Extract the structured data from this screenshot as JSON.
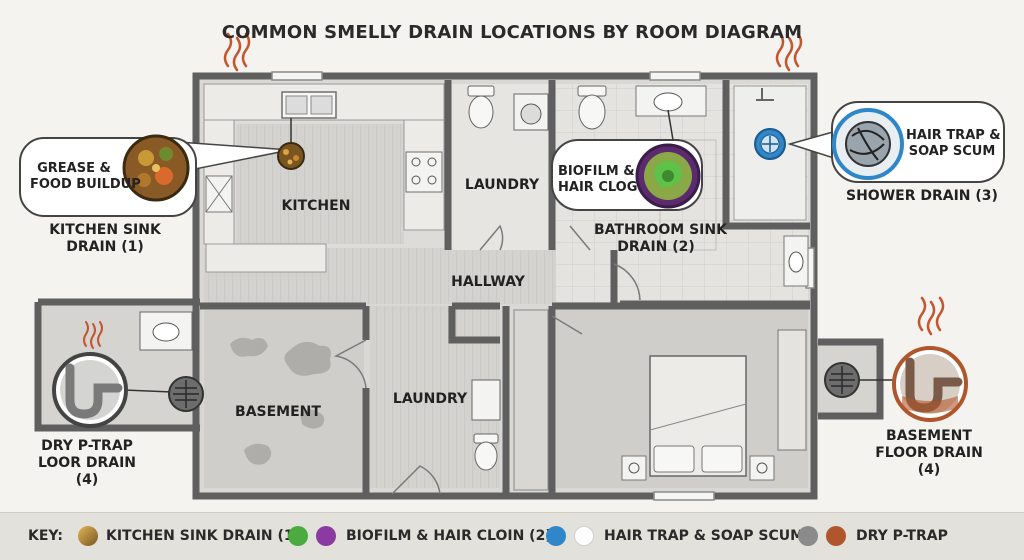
{
  "title": "COMMON SMELLY DRAIN LOCATIONS BY ROOM DIAGRAM",
  "rooms": {
    "kitchen": "KITCHEN",
    "laundry_upper": "LAUNDRY",
    "hallway": "HALLWAY",
    "basement": "BASEMENT",
    "laundry_lower": "LAUNDRY"
  },
  "callouts": {
    "kitchen_sink": {
      "bubble": [
        "GREASE &",
        "FOOD BUILDUP"
      ],
      "label": [
        "KITCHEN SINK",
        "DRAIN (1)"
      ]
    },
    "bathroom_sink": {
      "bubble": [
        "BIOFILM &",
        "HAIR CLOG"
      ],
      "label": [
        "BATHROOM SINK",
        "DRAIN (2)"
      ]
    },
    "shower": {
      "bubble": [
        "HAIR TRAP &",
        "SOAP SCUM"
      ],
      "label": "SHOWER DRAIN (3)"
    },
    "floor_drain_left": {
      "label": [
        "DRY P-TRAP",
        "LOOR DRAIN",
        "(4)"
      ]
    },
    "floor_drain_right": {
      "label": [
        "BASEMENT",
        "FLOOR DRAIN",
        "(4)"
      ]
    }
  },
  "legend": {
    "key_label": "KEY:",
    "items": [
      {
        "label": "KITCHEN SINK DRAIN (1)",
        "colors": [
          "#b8862f"
        ]
      },
      {
        "label": "BIOFILM & HAIR CLOIN (2)",
        "colors": [
          "#4bab3f",
          "#8a3aa0"
        ]
      },
      {
        "label": "HAIR TRAP & SOAP SCUM",
        "colors": [
          "#2f86c8",
          "#ffffff"
        ]
      },
      {
        "label": "DRY P-TRAP",
        "colors": [
          "#8a8a8a",
          "#b0562c"
        ]
      }
    ]
  },
  "icons": [
    "smell-wave-icon",
    "drain-grate-icon",
    "toilet-icon",
    "washer-icon",
    "stove-icon",
    "sink-icon",
    "bed-icon",
    "p-trap-icon"
  ],
  "colors": {
    "wall": "#5f5f5f",
    "floor": "#d9d8d4",
    "floor_dark": "#c9c8c4",
    "smell": "#c4552c",
    "kitchen_accent": "#b8862f",
    "biofilm_green": "#4bab3f",
    "biofilm_purple": "#8a3aa0",
    "shower_blue": "#2f86c8",
    "ptrap_rust": "#b0562c"
  }
}
